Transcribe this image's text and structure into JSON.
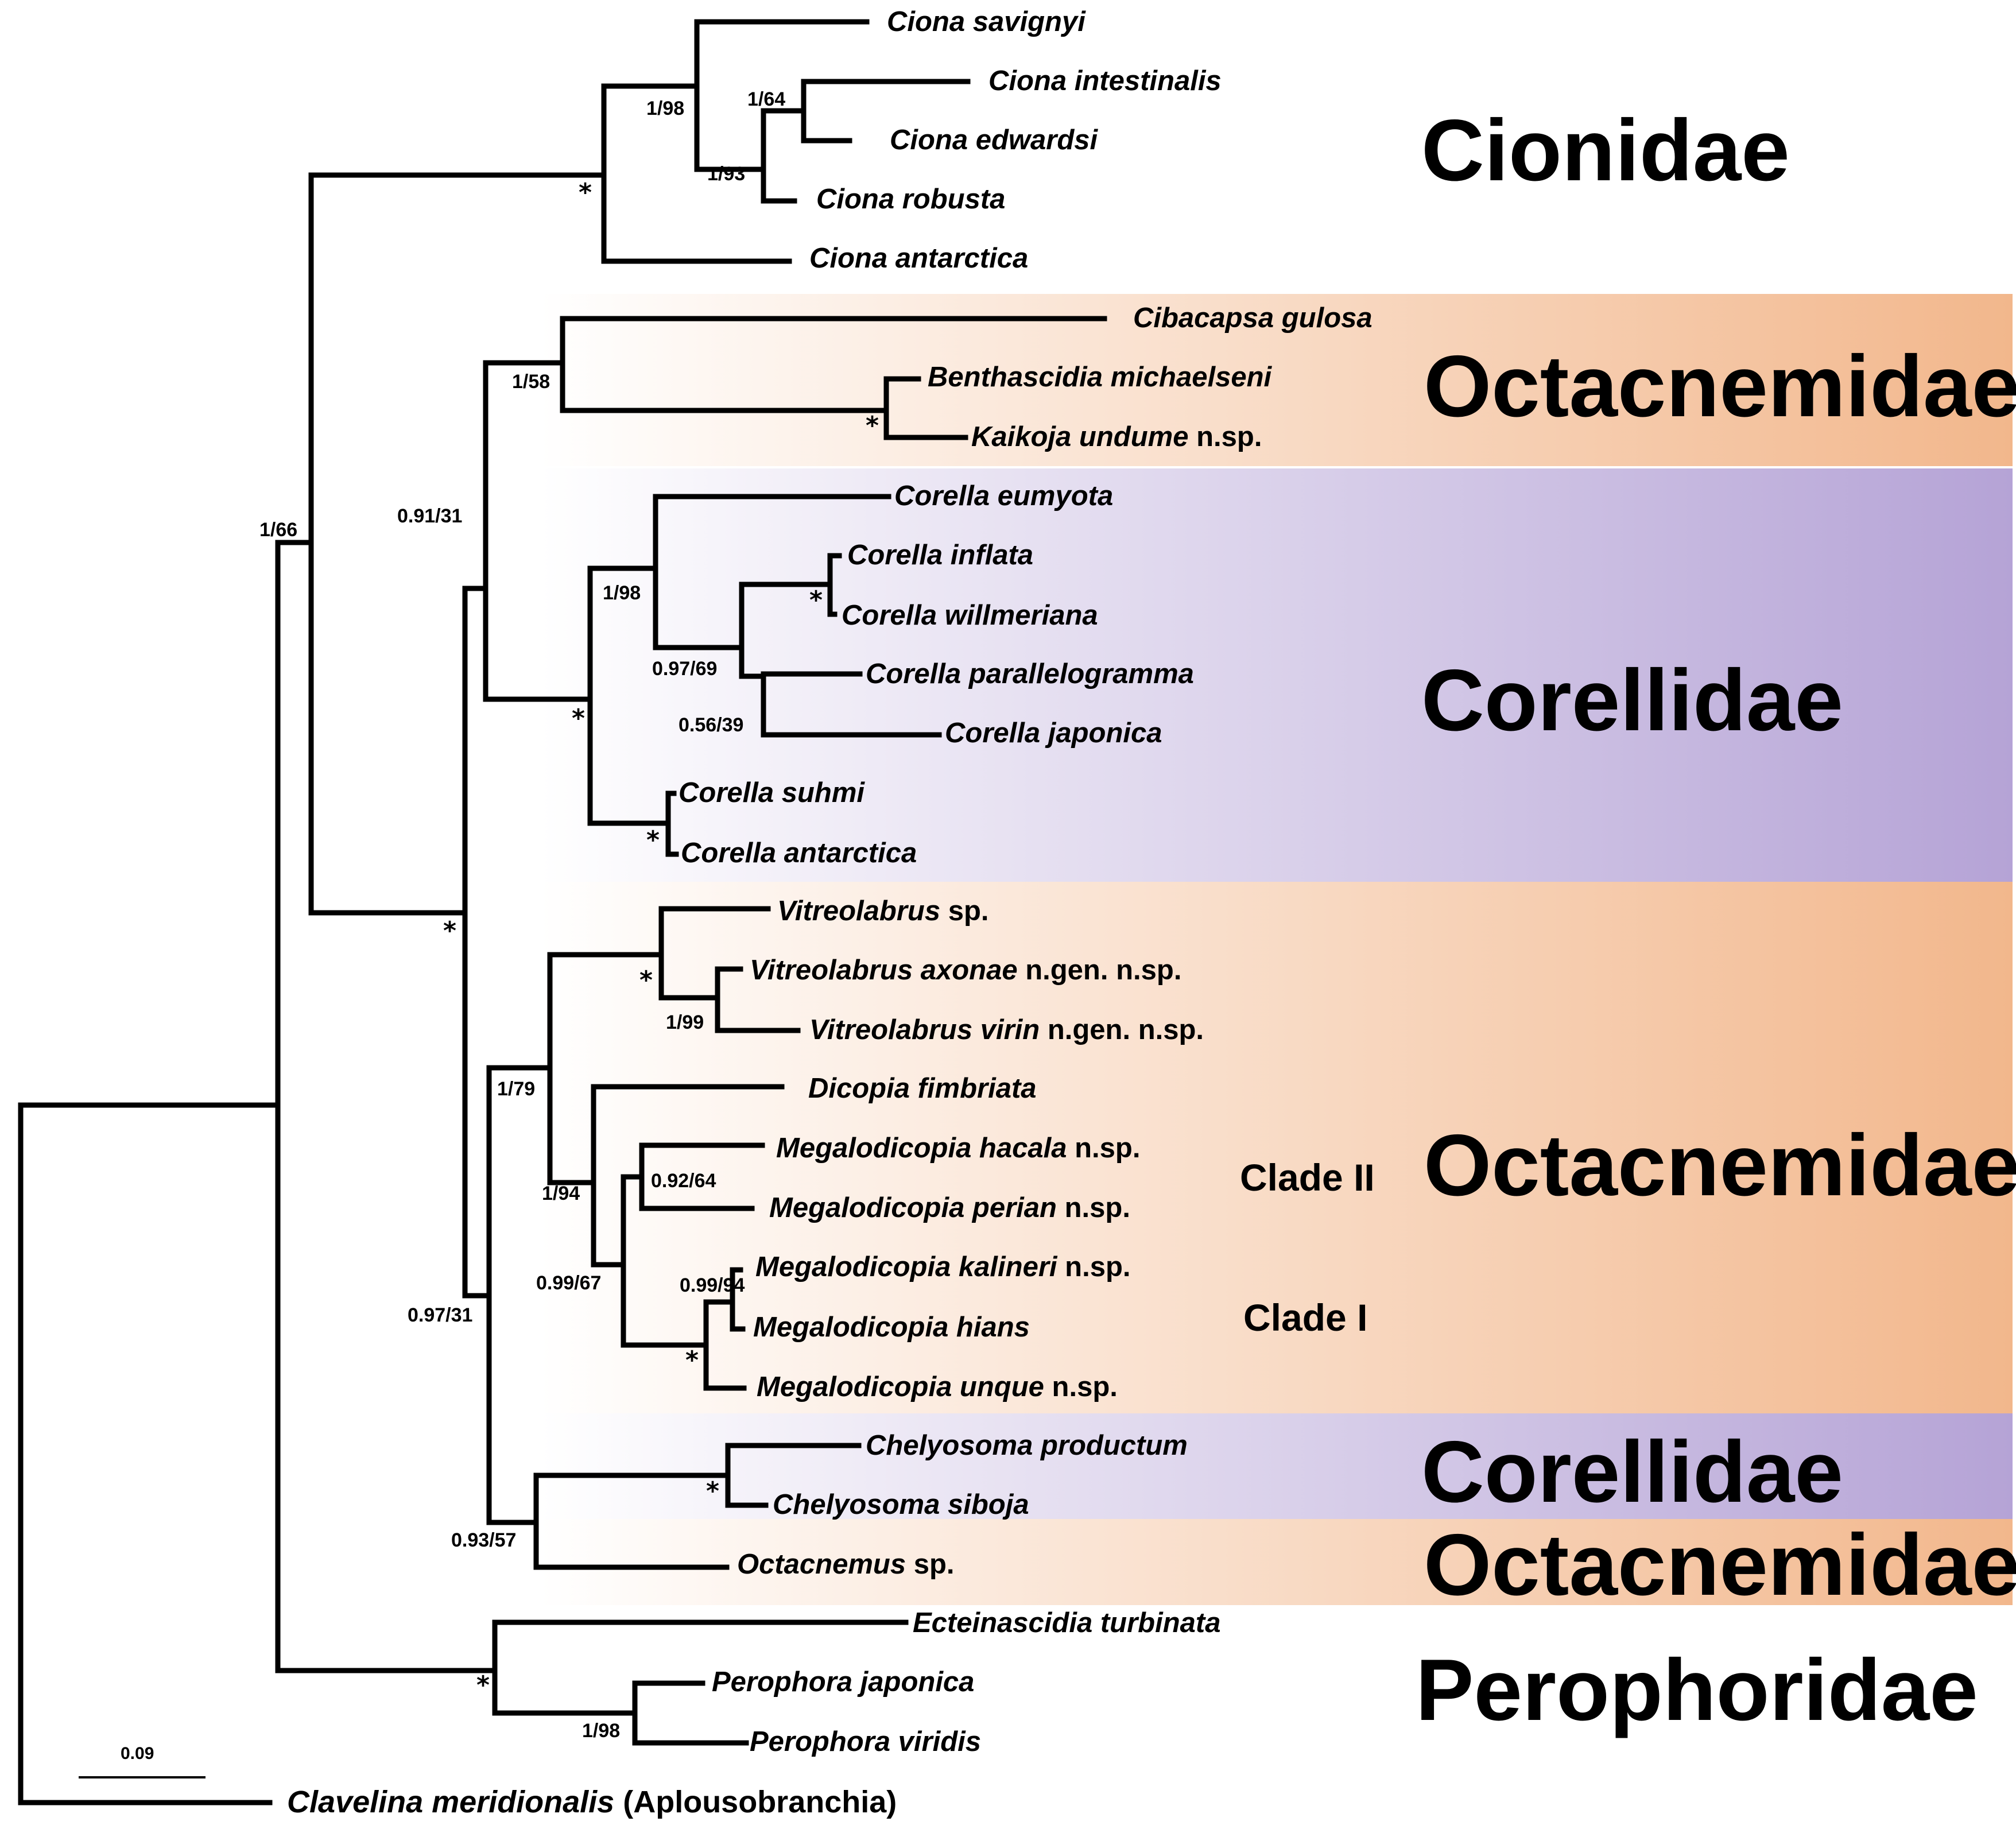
{
  "colors": {
    "octacnemidae_band": "#f2b78c",
    "corellidae_band": "#b5a3d6",
    "branch": "#000000"
  },
  "families": {
    "cionidae": "Cionidae",
    "octacnemidae_1": "Octacnemidae",
    "corellidae_1": "Corellidae",
    "octacnemidae_2": "Octacnemidae",
    "corellidae_2": "Corellidae",
    "octacnemidae_3": "Octacnemidae",
    "perophoridae": "Perophoridae"
  },
  "clades": {
    "clade_2": "Clade II",
    "clade_1": "Clade I"
  },
  "taxa": {
    "ciona_savignyi": {
      "name": "Ciona savignyi",
      "suffix": ""
    },
    "ciona_intestinalis": {
      "name": "Ciona intestinalis",
      "suffix": ""
    },
    "ciona_edwardsi": {
      "name": "Ciona edwardsi",
      "suffix": ""
    },
    "ciona_robusta": {
      "name": "Ciona robusta",
      "suffix": ""
    },
    "ciona_antarctica": {
      "name": "Ciona antarctica",
      "suffix": ""
    },
    "cibacapsa_gulosa": {
      "name": "Cibacapsa gulosa",
      "suffix": ""
    },
    "benthascidia_michaelseni": {
      "name": "Benthascidia michaelseni",
      "suffix": ""
    },
    "kaikoja_undume": {
      "name": "Kaikoja undume",
      "suffix": "n.sp."
    },
    "corella_eumyota": {
      "name": "Corella eumyota",
      "suffix": ""
    },
    "corella_inflata": {
      "name": "Corella inflata",
      "suffix": ""
    },
    "corella_willmeriana": {
      "name": "Corella willmeriana",
      "suffix": ""
    },
    "corella_parallelogramma": {
      "name": "Corella parallelogramma",
      "suffix": ""
    },
    "corella_japonica": {
      "name": "Corella japonica",
      "suffix": ""
    },
    "corella_suhmi": {
      "name": "Corella suhmi",
      "suffix": ""
    },
    "corella_antarctica": {
      "name": "Corella antarctica",
      "suffix": ""
    },
    "vitreolabrus_sp": {
      "name": "Vitreolabrus",
      "suffix": "sp."
    },
    "vitreolabrus_axonae": {
      "name": "Vitreolabrus axonae",
      "suffix": "n.gen. n.sp."
    },
    "vitreolabrus_virin": {
      "name": "Vitreolabrus virin",
      "suffix": "n.gen. n.sp."
    },
    "dicopia_fimbriata": {
      "name": "Dicopia fimbriata",
      "suffix": ""
    },
    "megalodicopia_hacala": {
      "name": "Megalodicopia hacala",
      "suffix": "n.sp."
    },
    "megalodicopia_perian": {
      "name": "Megalodicopia perian",
      "suffix": "n.sp."
    },
    "megalodicopia_kalineri": {
      "name": "Megalodicopia kalineri",
      "suffix": "n.sp."
    },
    "megalodicopia_hians": {
      "name": "Megalodicopia hians",
      "suffix": ""
    },
    "megalodicopia_unque": {
      "name": "Megalodicopia unque",
      "suffix": "n.sp."
    },
    "chelyosoma_productum": {
      "name": "Chelyosoma productum",
      "suffix": ""
    },
    "chelyosoma_siboja": {
      "name": "Chelyosoma siboja",
      "suffix": ""
    },
    "octacnemus_sp": {
      "name": "Octacnemus",
      "suffix": "sp."
    },
    "ecteinascidia_turbinata": {
      "name": "Ecteinascidia turbinata",
      "suffix": ""
    },
    "perophora_japonica": {
      "name": "Perophora japonica",
      "suffix": ""
    },
    "perophora_viridis": {
      "name": "Perophora viridis",
      "suffix": ""
    },
    "clavelina_meridionalis": {
      "name": "Clavelina meridionalis",
      "suffix": "(Aplousobranchia)"
    }
  },
  "support": {
    "root_ingroup": "1/66",
    "cionidae": "*",
    "ciona_core": "1/98",
    "ciona_intest_edw": "1/64",
    "ciona_robusta_grp": "1/93",
    "phlebo_main": "*",
    "octa_cor_upper": "0.91/31",
    "octa_top": "1/58",
    "bentha_kaikoja": "*",
    "corella_all": "*",
    "corella_upper": "1/98",
    "corella_inner": "0.97/69",
    "corella_inf_will": "*",
    "corella_par_jap": "0.56/39",
    "corella_suhmi_ant": "*",
    "octa_lower": "0.97/31",
    "octa_big": "1/79",
    "vitreolabrus": "*",
    "vitreo_axo_vir": "1/99",
    "dicopia_mega": "1/94",
    "megalodicopia": "0.99/67",
    "clade_ii": "0.92/64",
    "clade_i": "*",
    "kalineri_hians": "0.99/94",
    "chelyo_octac": "0.93/57",
    "chelyosoma": "*",
    "perophoridae": "*",
    "perophora": "1/98"
  },
  "scale_bar": "0.09"
}
